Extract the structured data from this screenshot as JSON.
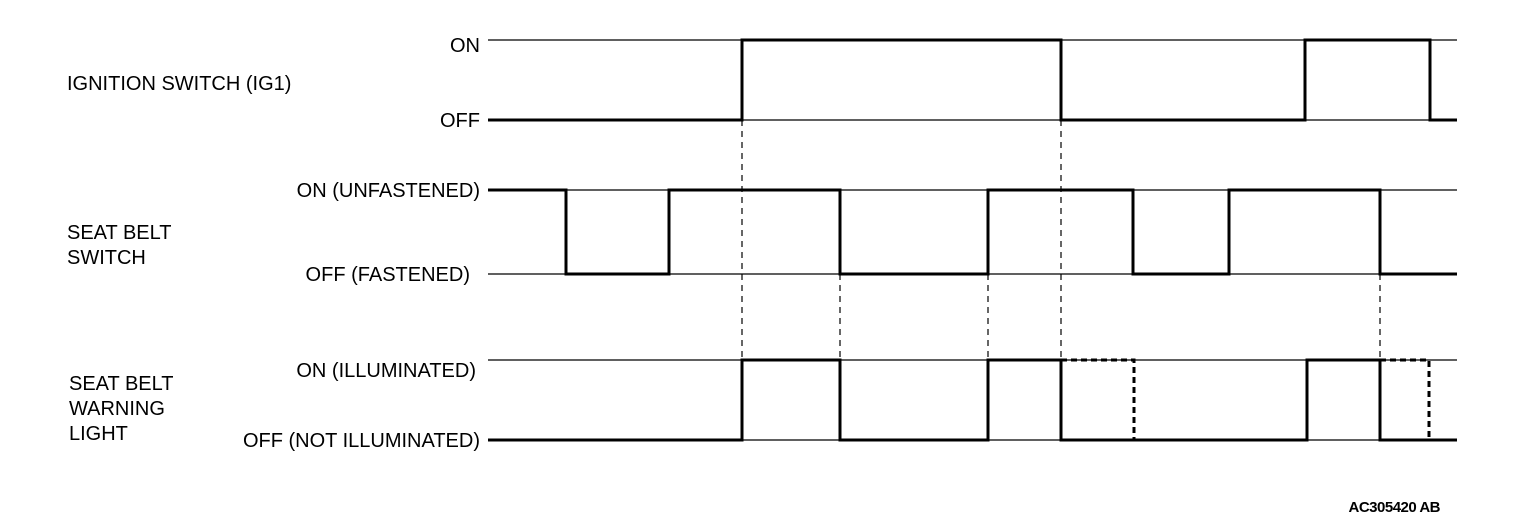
{
  "signals": {
    "ignition": {
      "name": "IGNITION SWITCH (IG1)",
      "high_label": "ON",
      "low_label": "OFF"
    },
    "seat_belt_switch": {
      "name_lines": [
        "SEAT BELT",
        "SWITCH"
      ],
      "high_label": "ON (UNFASTENED)",
      "low_label": "OFF (FASTENED)"
    },
    "warning_light": {
      "name_lines": [
        "SEAT BELT",
        "WARNING",
        "LIGHT"
      ],
      "high_label": "ON (ILLUMINATED)",
      "low_label": "OFF (NOT ILLUMINATED)"
    }
  },
  "figure_code": "AC305420 AB"
}
